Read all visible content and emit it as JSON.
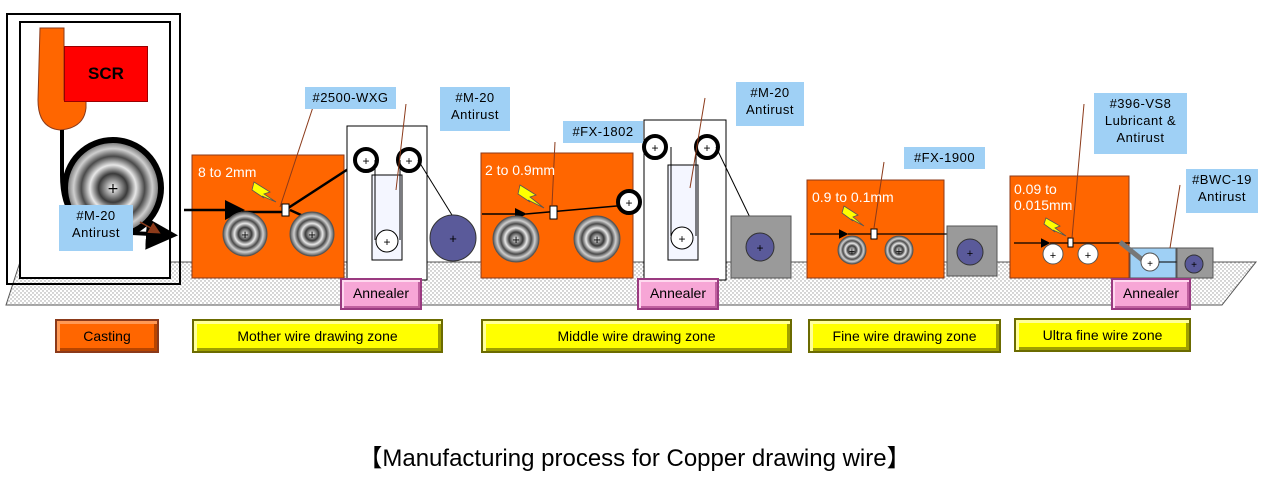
{
  "title": "【Manufacturing process for Copper drawing wire】",
  "scr_label": "SCR",
  "callouts": {
    "casting_antirust": "#M-20\nAntirust",
    "mother_lube": "#2500-WXG",
    "mother_antirust": "#M-20\nAntirust",
    "middle_lube": "#FX-1802",
    "middle_antirust": "#M-20\nAntirust",
    "fine_lube": "#FX-1900",
    "ultra_lube": "#396-VS8\nLubricant &\nAntirust",
    "ultra_antirust": "#BWC-19\nAntirust"
  },
  "dimensions": {
    "mother": "8 to 2mm",
    "middle": "2 to 0.9mm",
    "fine": "0.9 to 0.1mm",
    "ultra": "0.09 to\n0.015mm"
  },
  "annealer_label": "Annealer",
  "zones": {
    "casting": "Casting",
    "mother": "Mother wire drawing zone",
    "middle": "Middle wire drawing zone",
    "fine": "Fine wire drawing zone",
    "ultra": "Ultra fine wire zone"
  },
  "colors": {
    "machine": "#ff6600",
    "callout": "#9fd0f5",
    "annealer": "#f7a6d6",
    "zone": "#ffff00",
    "scr": "#ff0000",
    "spool": "#5a5a9a"
  }
}
